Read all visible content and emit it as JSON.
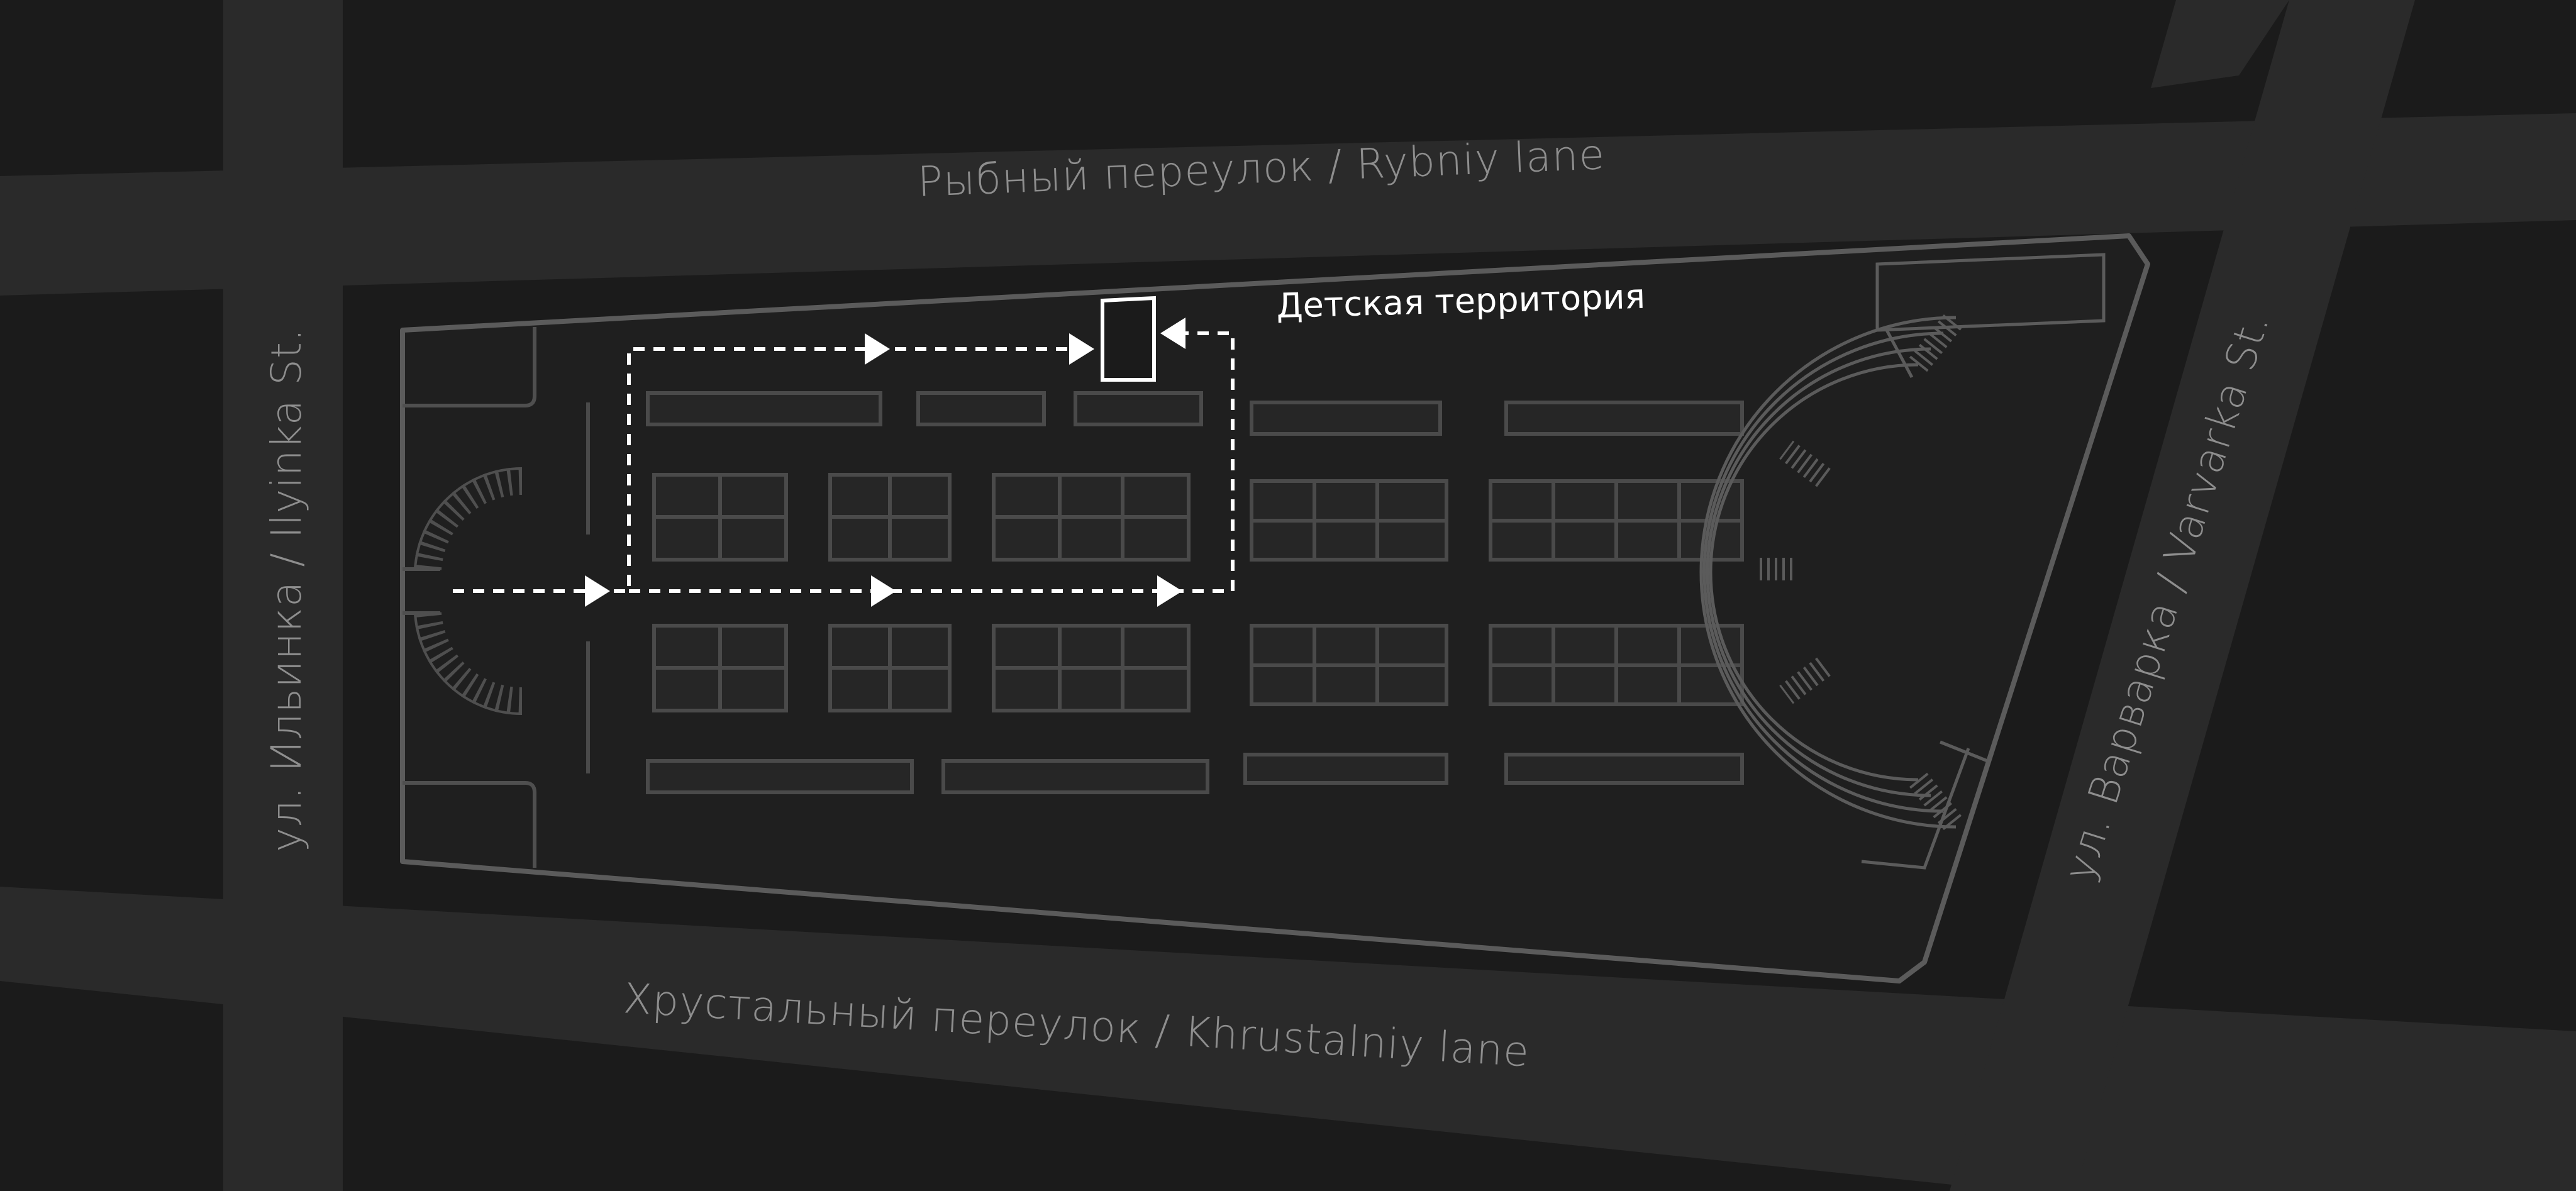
{
  "streets": {
    "rybniy": "Рыбный переулок / Rybniy lane",
    "khrustalniy": "Хрустальный переулок / Khrustalniy lane",
    "ilyinka": "ул. Ильинка / Ilyinka St.",
    "varvarka": "ул. Варварка / Varvarka St."
  },
  "poi": {
    "kids_area": "Детская территория"
  },
  "colors": {
    "background": "#1b1b1b",
    "road": "#2a2a2a",
    "building_fill": "#1f1f1f",
    "building_outline": "#5b5b5b",
    "interior_lines": "#4a4a4a",
    "route": "#ffffff",
    "street_label": "#8e8e8e"
  },
  "icons": {
    "route_arrow": "triangle-arrow-icon",
    "destination": "kids-area-marker-icon"
  }
}
